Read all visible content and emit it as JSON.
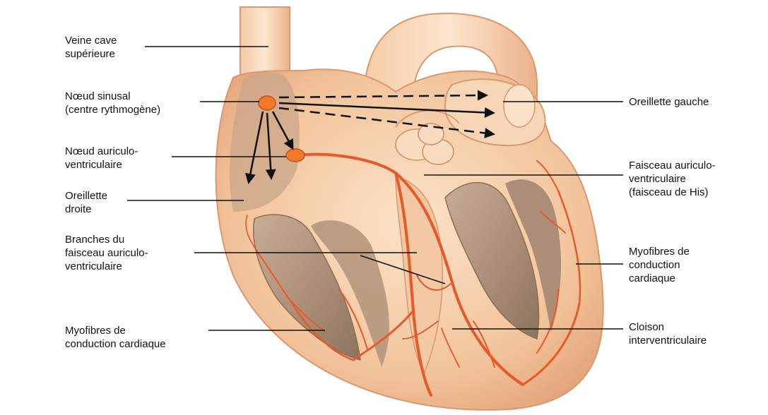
{
  "labels": {
    "veine_cave": [
      "Veine cave",
      "supérieure"
    ],
    "noeud_sinusal": [
      "Nœud sinusal",
      "(centre rythmogène)"
    ],
    "noeud_av": [
      "Nœud auriculo-",
      "ventriculaire"
    ],
    "oreillette_droite": [
      "Oreillette",
      "droite"
    ],
    "branches": [
      "Branches du",
      "faisceau auriculo-",
      "ventriculaire"
    ],
    "myofibres_left": [
      "Myofibres de",
      "conduction cardiaque"
    ],
    "oreillette_gauche": [
      "Oreillette gauche"
    ],
    "faisceau_his": [
      "Faisceau auriculo-",
      "ventriculaire",
      "(faisceau de His)"
    ],
    "myofibres_right": [
      "Myofibres de",
      "conduction",
      "cardiaque"
    ],
    "cloison": [
      "Cloison",
      "interventriculaire"
    ]
  },
  "colors": {
    "tissue": "#f2c39a",
    "tissue_dark": "#e3a378",
    "chamber": "#b89a80",
    "conduction": "#e8582a",
    "node": "#f07a2c",
    "leader": "#111111"
  }
}
